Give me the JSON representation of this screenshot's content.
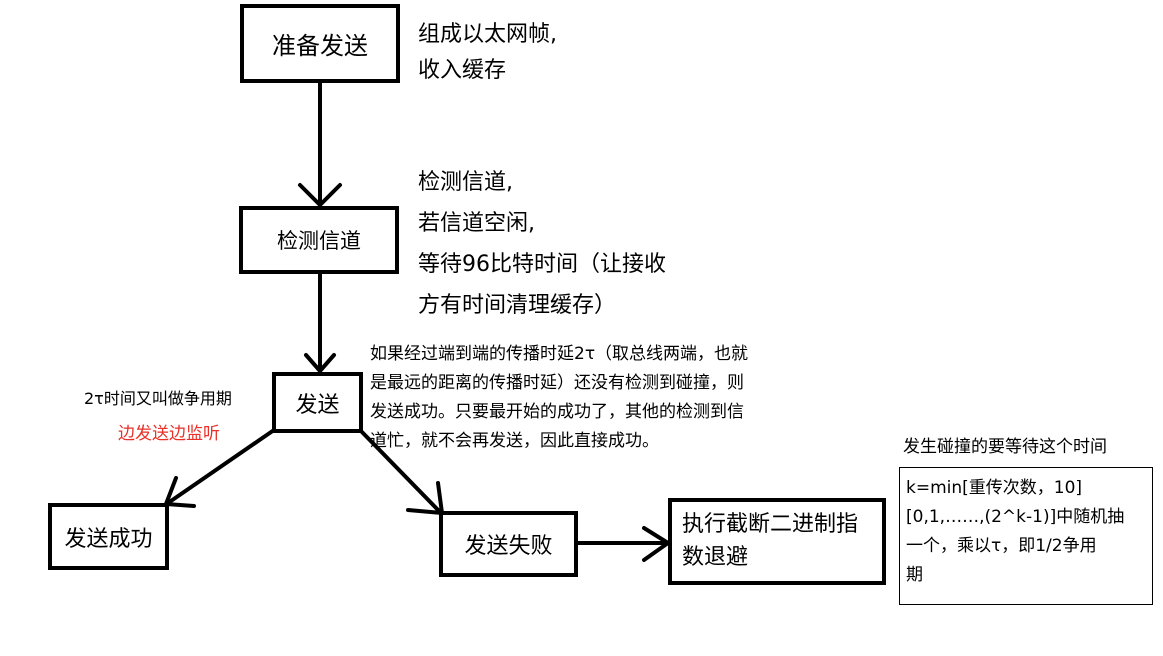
{
  "colors": {
    "ink": "#000000",
    "highlight": "#e8302a"
  },
  "boxes": {
    "prepare": "准备发送",
    "detect": "检测信道",
    "send": "发送",
    "success": "发送成功",
    "fail": "发送失败",
    "backoff": [
      "执行截断二进制指",
      "数退避"
    ]
  },
  "notes": {
    "prepare": [
      "组成以太网帧,",
      "收入缓存"
    ],
    "detect": [
      "检测信道,",
      "若信道空闲,",
      "等待96比特时间（让接收",
      "方有时间清理缓存）"
    ],
    "propagation": [
      "如果经过端到端的传播时延2τ（取总线两端，也就",
      "是最远的距离的传播时延）还没有检测到碰撞，则",
      "发送成功。只要最开始的成功了，其他的检测到信",
      "道忙，就不会再发送，因此直接成功。"
    ],
    "contention": "2τ时间又叫做争用期",
    "listen": "边发送边监听",
    "collision_wait": "发生碰撞的要等待这个时间",
    "formula": [
      "k=min[重传次数，10]",
      "[0,1,……,(2^k-1)]中随机抽",
      "一个，乘以τ，即1/2争用",
      "期"
    ]
  }
}
